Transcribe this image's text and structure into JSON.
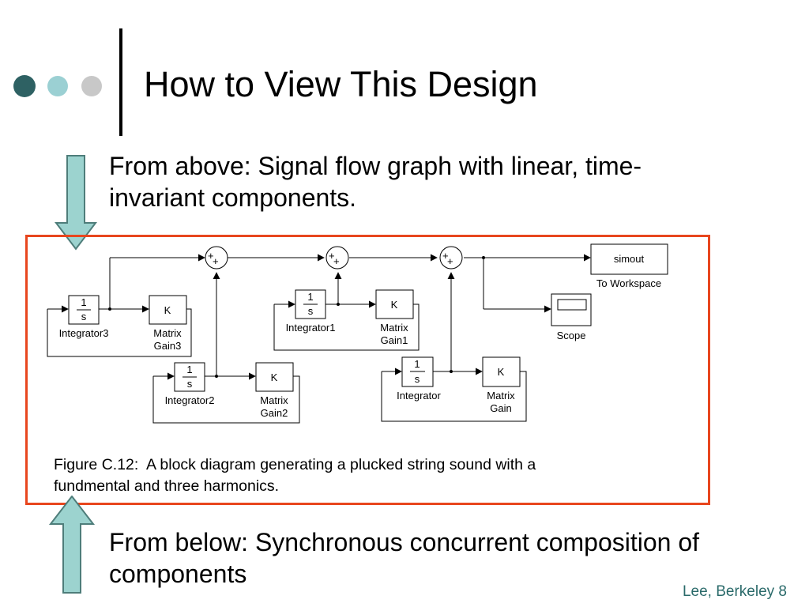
{
  "slide": {
    "title": "How to View This Design",
    "text_above": "From above: Signal flow graph with linear, time-invariant components.",
    "text_below": "From below: Synchronous concurrent composition of components",
    "footer": "Lee, Berkeley 8",
    "colors": {
      "dot_dark": "#2e6163",
      "dot_mid": "#9bd0d3",
      "dot_light": "#c8c8c8",
      "frame": "#e8461e",
      "arrow_fill": "#9cd3cf",
      "arrow_stroke": "#4e7d7a",
      "footer": "#2a6a6a"
    }
  },
  "figure": {
    "caption_line1": "Figure C.12:  A block diagram generating a plucked string sound with a",
    "caption_line2": "fundmental and three harmonics.",
    "blocks": {
      "integrator3": {
        "num": "1",
        "den": "s",
        "label": "Integrator3"
      },
      "gain3": {
        "symbol": "K",
        "label1": "Matrix",
        "label2": "Gain3"
      },
      "integrator2": {
        "num": "1",
        "den": "s",
        "label": "Integrator2"
      },
      "gain2": {
        "symbol": "K",
        "label1": "Matrix",
        "label2": "Gain2"
      },
      "integrator1": {
        "num": "1",
        "den": "s",
        "label": "Integrator1"
      },
      "gain1": {
        "symbol": "K",
        "label1": "Matrix",
        "label2": "Gain1"
      },
      "integrator": {
        "num": "1",
        "den": "s",
        "label": "Integrator"
      },
      "gain": {
        "symbol": "K",
        "label1": "Matrix",
        "label2": "Gain"
      },
      "simout": {
        "name": "simout",
        "label": "To Workspace"
      },
      "scope": {
        "label": "Scope"
      },
      "sum_sign": "+"
    }
  }
}
